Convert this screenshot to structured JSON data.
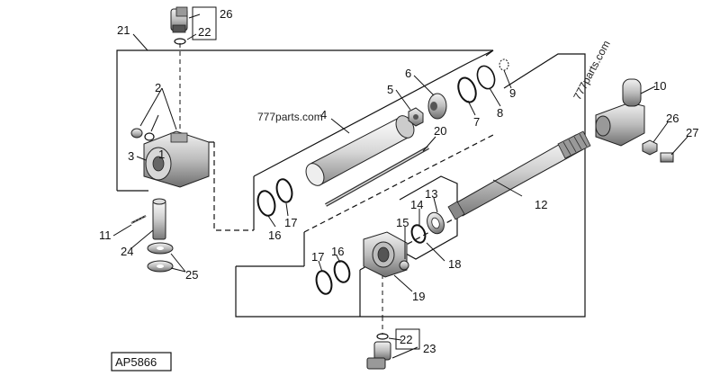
{
  "diagram": {
    "figure_code": "AP5866",
    "watermarks": [
      "777parts.com",
      "777parts.com"
    ],
    "callouts": [
      "1",
      "2",
      "3",
      "4",
      "5",
      "6",
      "7",
      "8",
      "9",
      "10",
      "11",
      "12",
      "13",
      "14",
      "15",
      "16",
      "16",
      "17",
      "17",
      "18",
      "19",
      "20",
      "21",
      "22",
      "22",
      "23",
      "24",
      "25",
      "26",
      "26",
      "27"
    ]
  }
}
